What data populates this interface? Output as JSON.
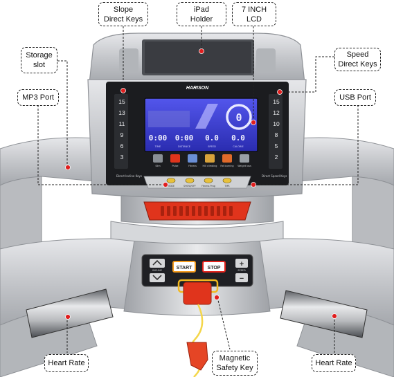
{
  "callouts": {
    "slope_direct_keys": [
      "Slope",
      "Direct Keys"
    ],
    "ipad_holder": [
      "iPad",
      "Holder"
    ],
    "lcd_7inch": [
      "7 INCH",
      "LCD"
    ],
    "storage_slot": [
      "Storage",
      "slot"
    ],
    "speed_direct_keys": [
      "Speed",
      "Direct Keys"
    ],
    "mp3_port": [
      "MP3 Port"
    ],
    "usb_port": [
      "USB Port"
    ],
    "heart_rate_left": [
      "Heart Rate"
    ],
    "magnetic_safety_key": [
      "Magnetic",
      "Safety Key"
    ],
    "heart_rate_right": [
      "Heart Rate"
    ]
  },
  "console": {
    "brand": "HARISON",
    "incline_keys": [
      "15",
      "13",
      "11",
      "9",
      "6",
      "3"
    ],
    "speed_keys": [
      "15",
      "12",
      "10",
      "8",
      "5",
      "2"
    ],
    "incline_keys_label": "Direct Incline Keys",
    "speed_keys_label": "Direct Speed Keys",
    "mode_icons": [
      "Slim",
      "Pulse",
      "Fitness",
      "Hill climbing",
      "Fat burning",
      "Weight loss"
    ],
    "function_buttons": [
      "MODE",
      "SHOW/OFF",
      "Fitness Prog",
      "TMR"
    ],
    "lcd": {
      "readouts": [
        "0:00",
        "0:00",
        "0.0",
        "0.0"
      ],
      "readout_labels": [
        "TIME",
        "DISTANCE",
        "SPEED",
        "CALORIE"
      ],
      "big_value": "0"
    }
  },
  "control_pad": {
    "start_label": "START",
    "stop_label": "STOP",
    "incline_label": "INCLINE",
    "speed_label": "SPEED"
  },
  "colors": {
    "frame_silver": "#c9cbcf",
    "frame_dark": "#8e9196",
    "console_black": "#1b1c1f",
    "accent_red": "#e0341c",
    "lcd_blue": "#3c3fd8",
    "start_orange": "#f39a1c",
    "stop_red": "#e2221b",
    "safety_key_yellow": "#f2b81f",
    "marker_red": "#e01e1e"
  }
}
